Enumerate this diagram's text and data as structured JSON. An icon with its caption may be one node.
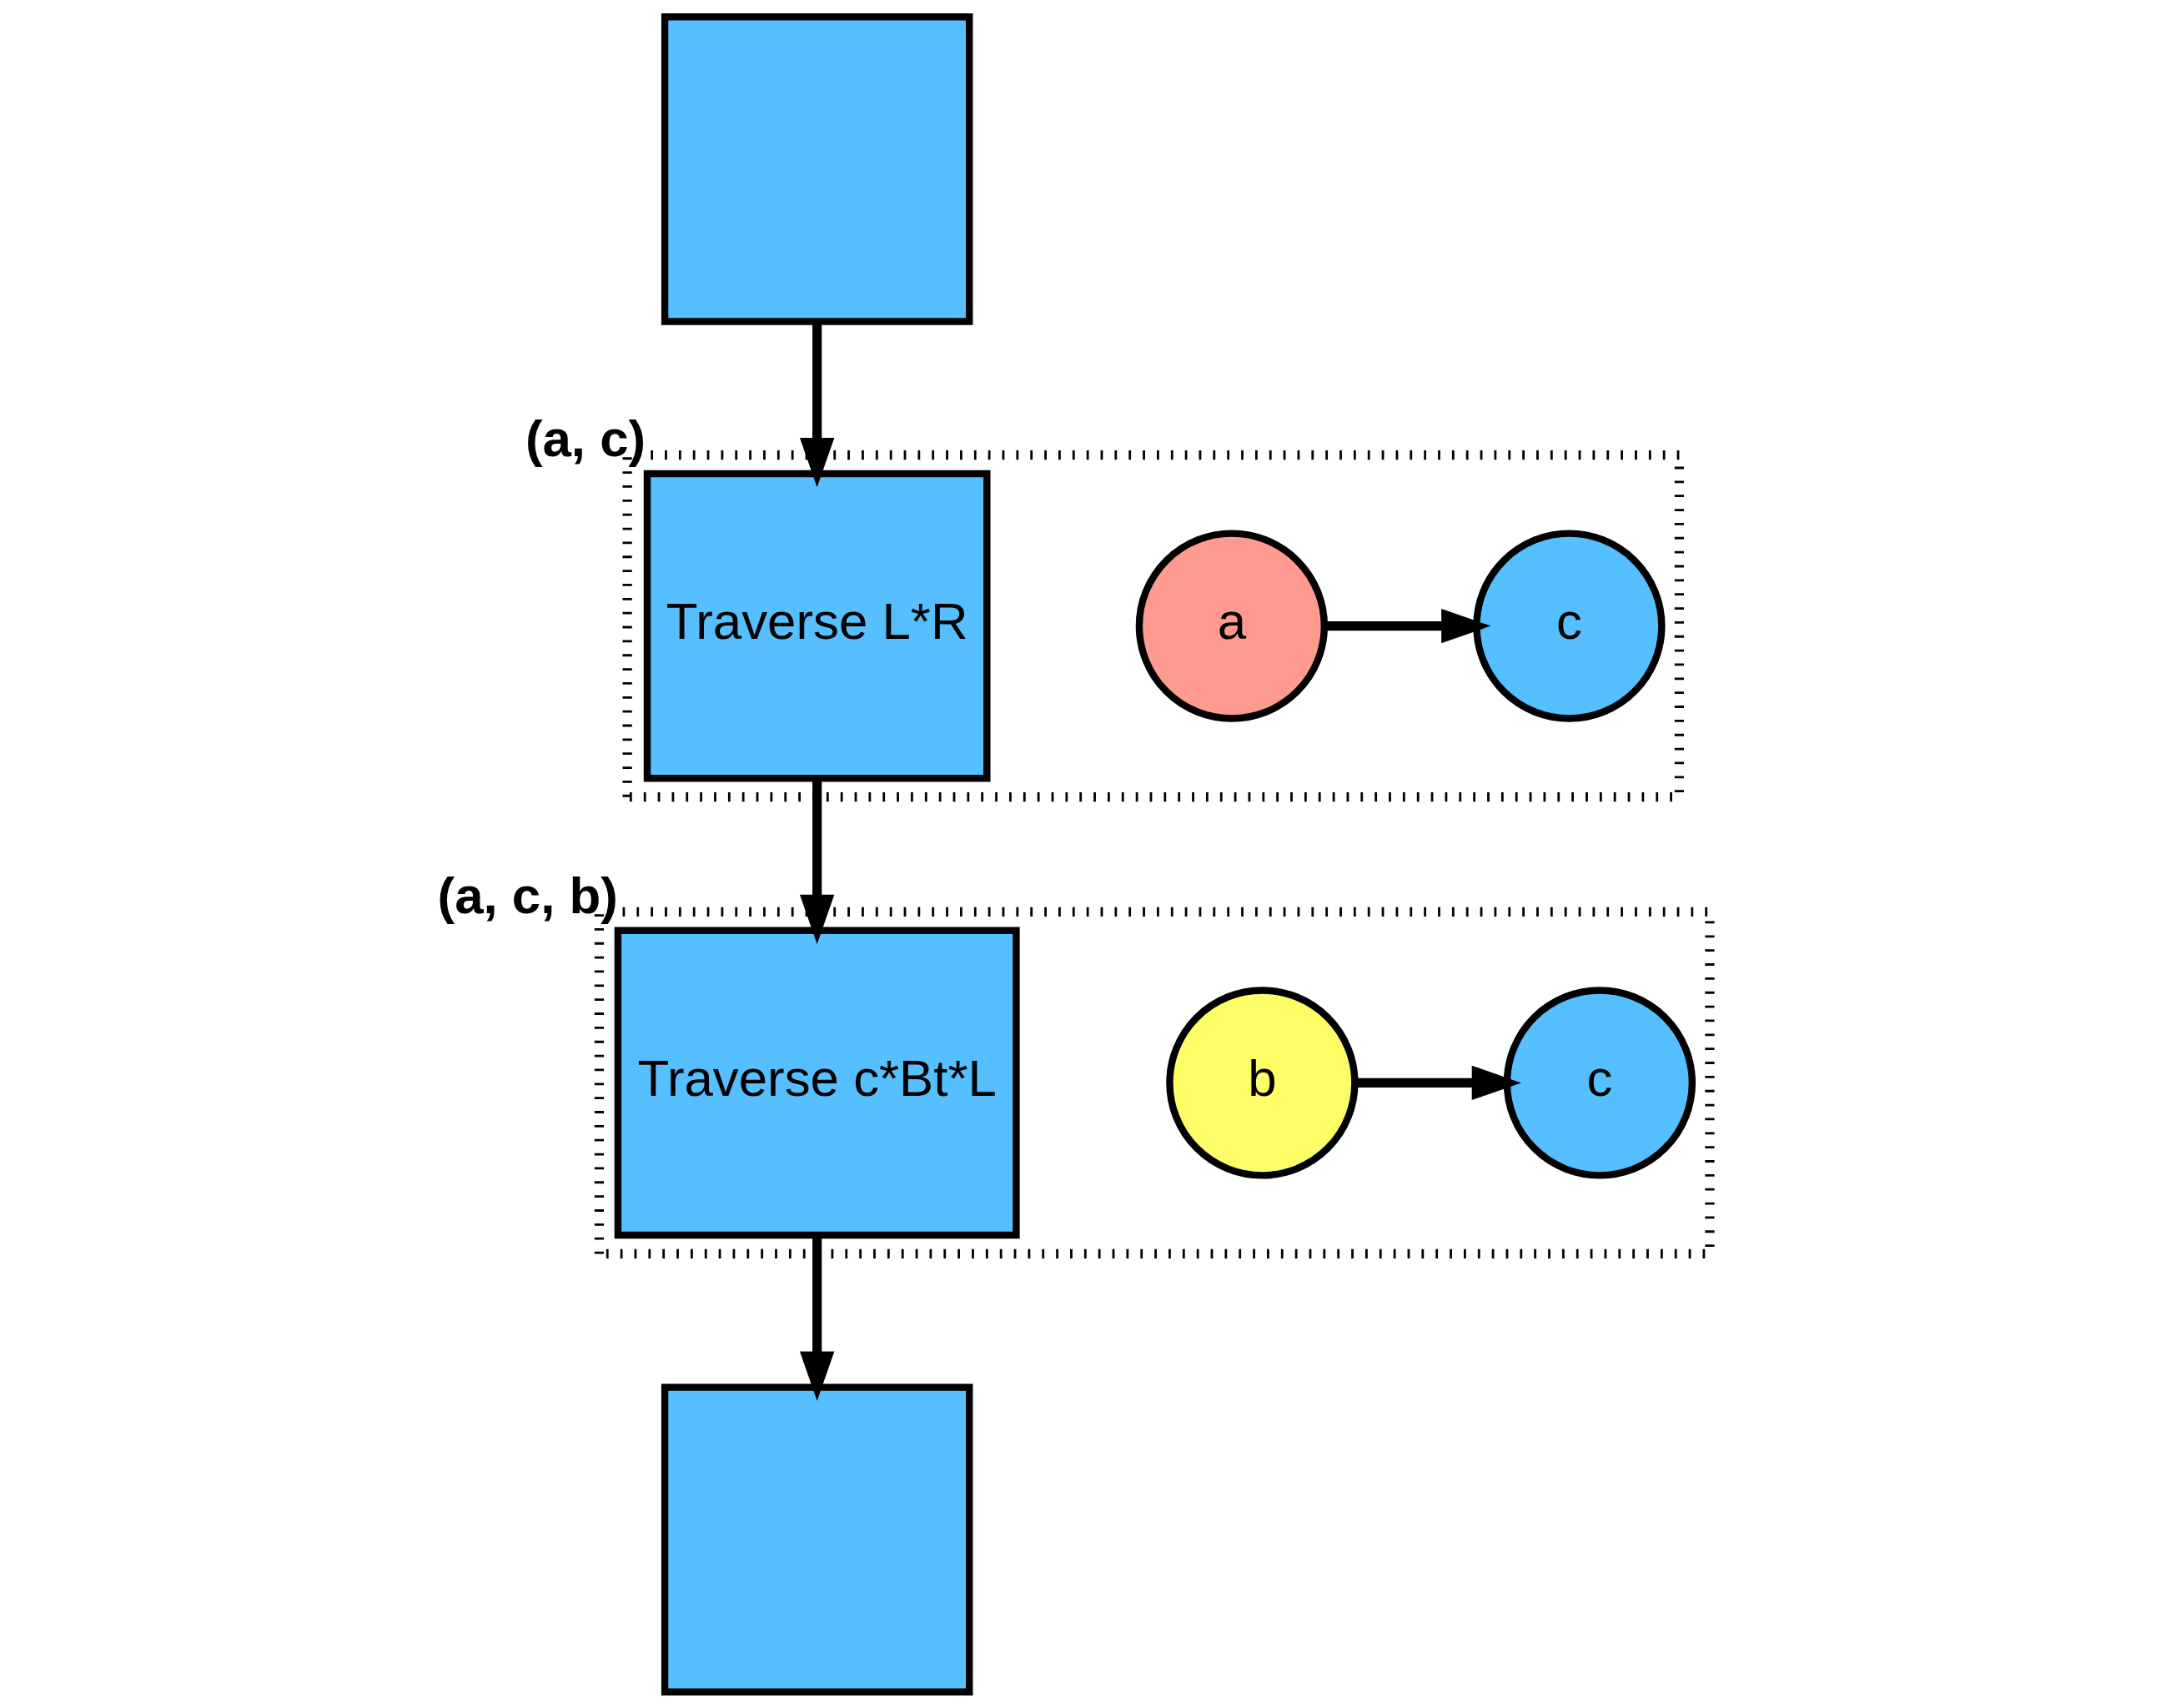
{
  "diagram": {
    "nodes": [
      {
        "text": [],
        "shape": "box"
      },
      {
        "text": [],
        "shape": "box"
      },
      {
        "text": [
          "a"
        ],
        "in": 1
      },
      {
        "text": [
          "c"
        ],
        "in": 1
      },
      {
        "text": [
          "Traverse L*R"
        ],
        "in": 1,
        "beside": [
          "(a, c)"
        ]
      },
      {
        "text": [],
        "shape": "box"
      },
      {
        "text": [
          "c"
        ],
        "in": 5
      },
      {
        "text": [
          "b"
        ],
        "in": 5
      },
      {
        "text": [
          "Traverse c*Bt*L"
        ],
        "in": 5,
        "beside": [
          "(a, c, b)"
        ]
      },
      {
        "text": [],
        "shape": "box"
      }
    ],
    "edges": [
      {
        "from": 0,
        "to": 4,
        "arrow": "to"
      },
      {
        "from": 2,
        "to": 3,
        "arrow": "to"
      },
      {
        "from": 4,
        "to": 8,
        "arrow": "to"
      },
      {
        "from": 7,
        "to": 6,
        "arrow": "to"
      },
      {
        "from": 8,
        "to": 9,
        "arrow": "to"
      }
    ]
  }
}
